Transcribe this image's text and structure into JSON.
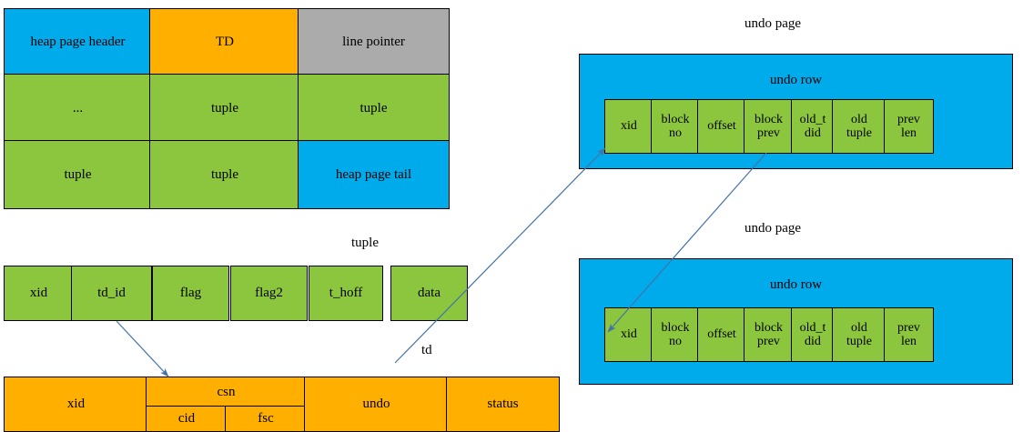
{
  "colors": {
    "blue": "#00ABEC",
    "orange": "#FFAF00",
    "gray": "#ABABAB",
    "green": "#8CC63E",
    "stroke": "#000000",
    "connector": "#4472A8",
    "background": "#FFFFFF"
  },
  "heap_page": {
    "name": "heap page",
    "rows": [
      [
        {
          "label": "heap page header",
          "color": "blue"
        },
        {
          "label": "TD",
          "color": "orange"
        },
        {
          "label": "line pointer",
          "color": "gray"
        }
      ],
      [
        {
          "label": "...",
          "color": "green"
        },
        {
          "label": "tuple",
          "color": "green"
        },
        {
          "label": "tuple",
          "color": "green"
        }
      ],
      [
        {
          "label": "tuple",
          "color": "green"
        },
        {
          "label": "tuple",
          "color": "green"
        },
        {
          "label": "heap page tail",
          "color": "blue"
        }
      ]
    ]
  },
  "tuple": {
    "caption": "tuple",
    "cells": [
      {
        "label": "xid"
      },
      {
        "label": "td_id"
      },
      {
        "label": "flag"
      },
      {
        "label": "flag2"
      },
      {
        "label": "t_hoff"
      },
      {
        "label": "data"
      }
    ]
  },
  "td": {
    "caption": "td",
    "cells": [
      {
        "label": "xid"
      },
      {
        "label": "csn"
      },
      {
        "label": "undo"
      },
      {
        "label": "status"
      }
    ],
    "csn_children": [
      {
        "label": "cid"
      },
      {
        "label": "fsc"
      }
    ]
  },
  "undo_pages": [
    {
      "caption": "undo page",
      "row_label": "undo row",
      "fields": [
        {
          "label": "xid"
        },
        {
          "label": "block\nno"
        },
        {
          "label": "offset"
        },
        {
          "label": "block\nprev"
        },
        {
          "label": "old_t\ndid"
        },
        {
          "label": "old\ntuple"
        },
        {
          "label": "prev\nlen"
        }
      ]
    },
    {
      "caption": "undo page",
      "row_label": "undo row",
      "fields": [
        {
          "label": "xid"
        },
        {
          "label": "block\nno"
        },
        {
          "label": "offset"
        },
        {
          "label": "block\nprev"
        },
        {
          "label": "old_t\ndid"
        },
        {
          "label": "old\ntuple"
        },
        {
          "label": "prev\nlen"
        }
      ]
    }
  ],
  "connectors": [
    {
      "from": "tuple-td_id",
      "to": "td-csn",
      "arrow": "end"
    },
    {
      "from": "tuple-data",
      "to": "undo-page-1-row",
      "arrow": "end"
    },
    {
      "from": "undo-page-1-block-prev",
      "to": "undo-page-2-xid",
      "arrow": "end"
    }
  ]
}
